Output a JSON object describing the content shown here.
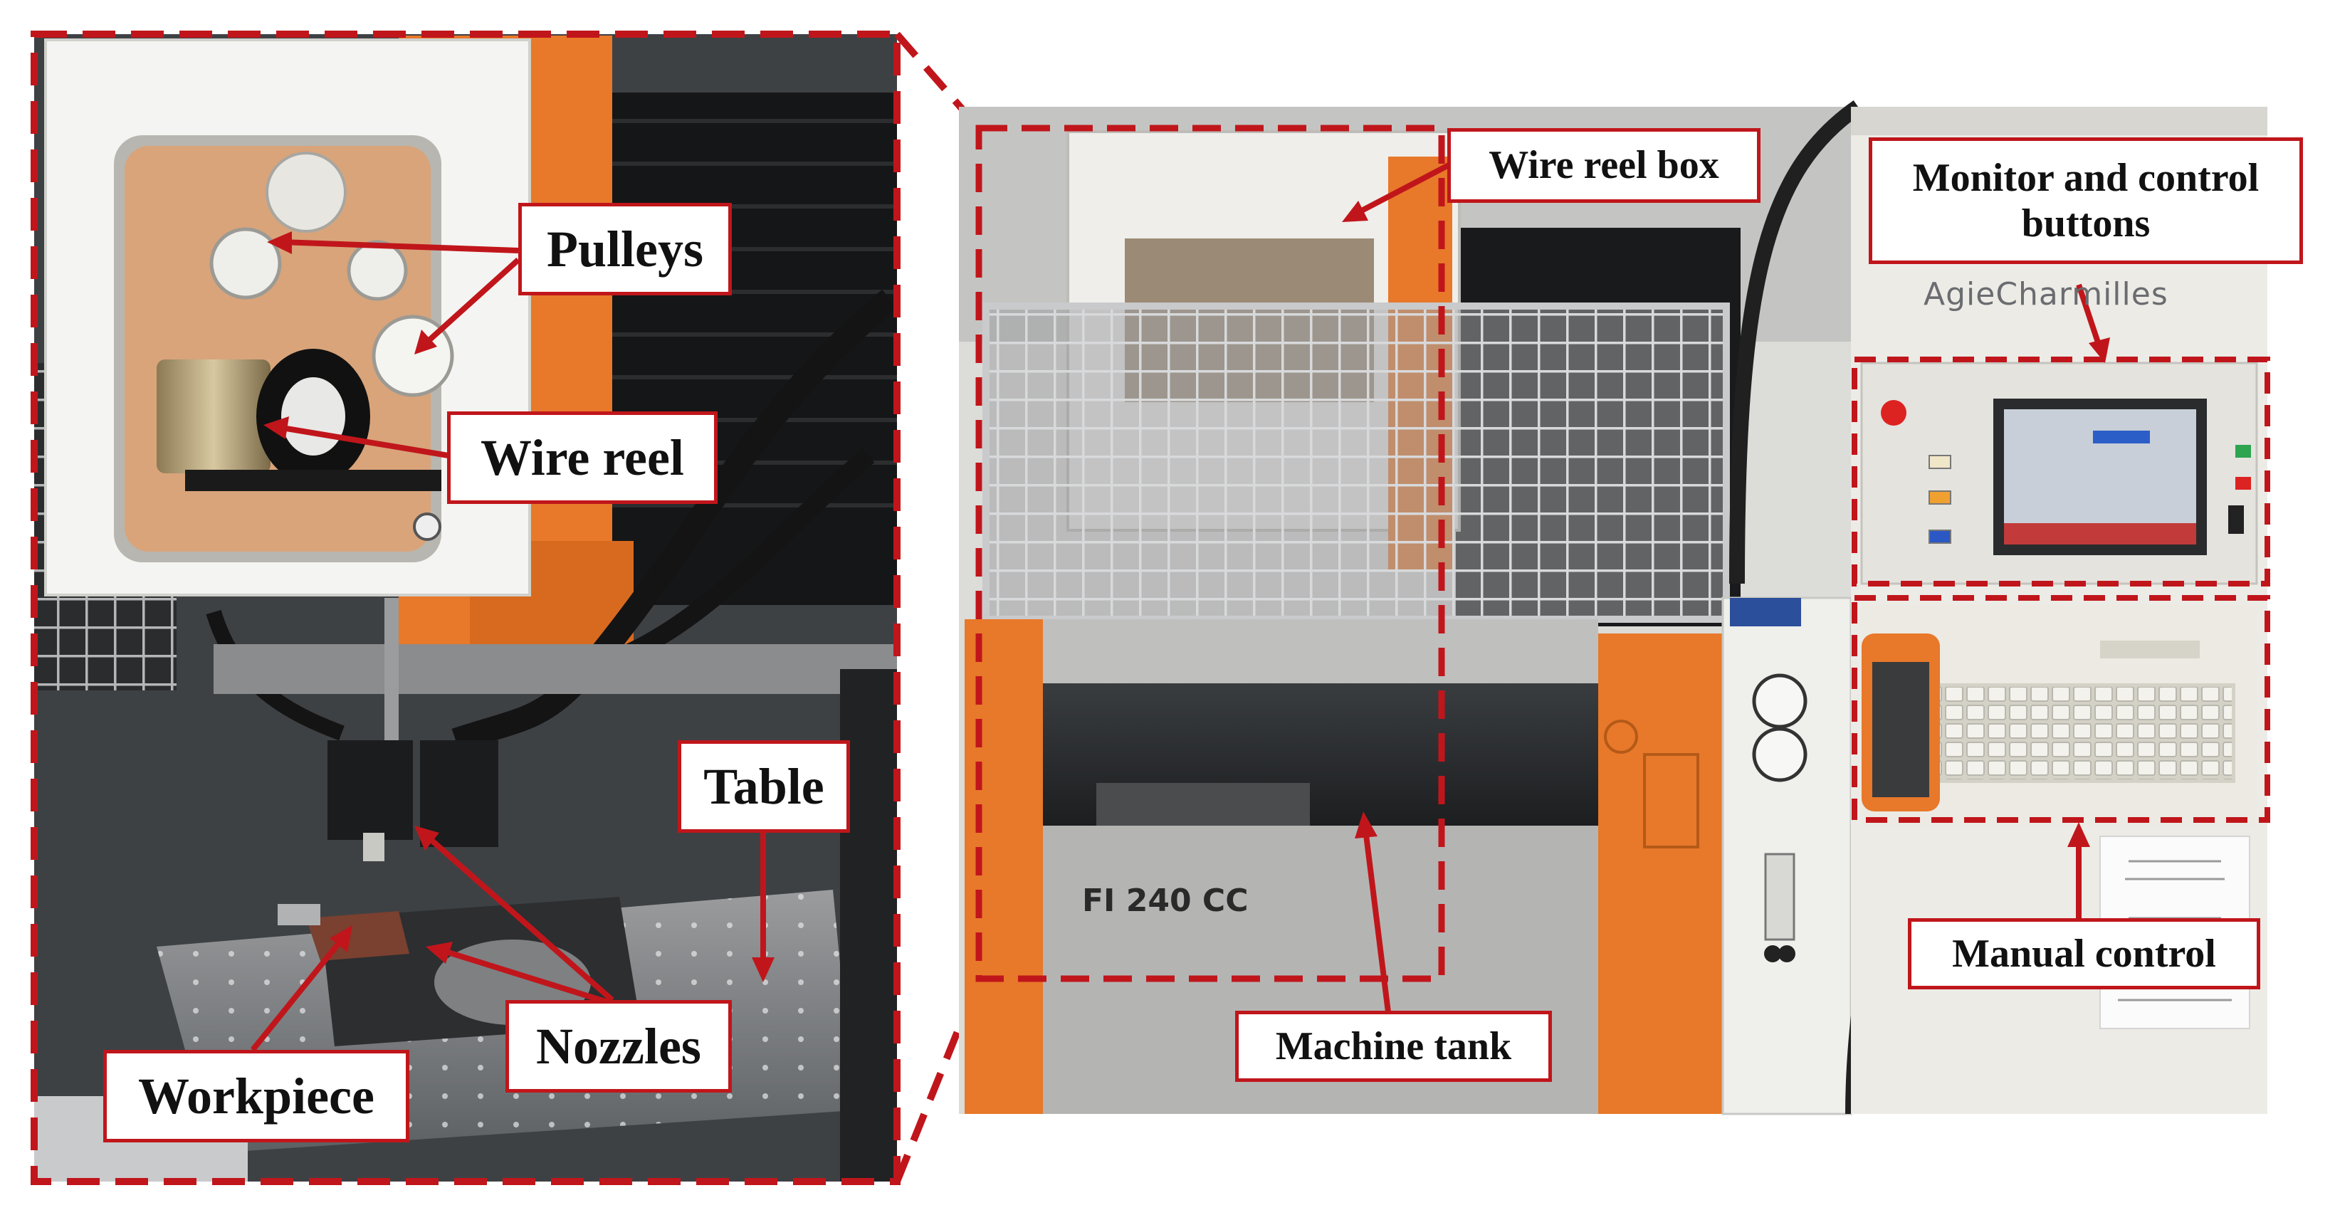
{
  "labels": {
    "pulleys": "Pulleys",
    "wire_reel": "Wire reel",
    "table": "Table",
    "nozzles": "Nozzles",
    "workpiece": "Workpiece",
    "wire_reel_box": "Wire reel box",
    "monitor_line1": "Monitor and control",
    "monitor_line2": "buttons",
    "manual_control": "Manual control",
    "machine_tank": "Machine tank"
  },
  "machine_markings": {
    "brand": "AgieCharmilles",
    "model": "FI 240 CC"
  },
  "colors": {
    "annotation_red": "#c0161b",
    "machine_orange": "#e8782a",
    "machine_grey": "#b8b8b6",
    "panel_white": "#e9e8e3"
  }
}
